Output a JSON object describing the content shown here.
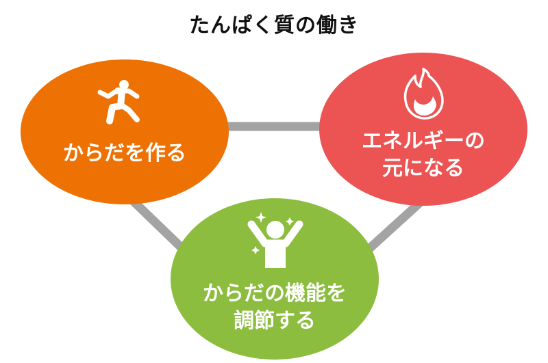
{
  "title": "たんぱく質の働き",
  "colors": {
    "build": "#ee7203",
    "energy": "#ec5454",
    "regulate": "#8cbd3f",
    "connector": "#a3a3a3",
    "text_light": "#ffffff",
    "title_text": "#111111"
  },
  "nodes": [
    {
      "id": "build",
      "icon": "running-person-icon",
      "label_lines": [
        "からだを作る"
      ]
    },
    {
      "id": "energy",
      "icon": "flame-icon",
      "label_lines": [
        "エネルギーの",
        "元になる"
      ]
    },
    {
      "id": "regulate",
      "icon": "cheering-person-sparkle-icon",
      "label_lines": [
        "からだの機能を",
        "調節する"
      ]
    }
  ],
  "connectors": [
    {
      "from": "build",
      "to": "energy"
    },
    {
      "from": "build",
      "to": "regulate"
    },
    {
      "from": "energy",
      "to": "regulate"
    }
  ]
}
